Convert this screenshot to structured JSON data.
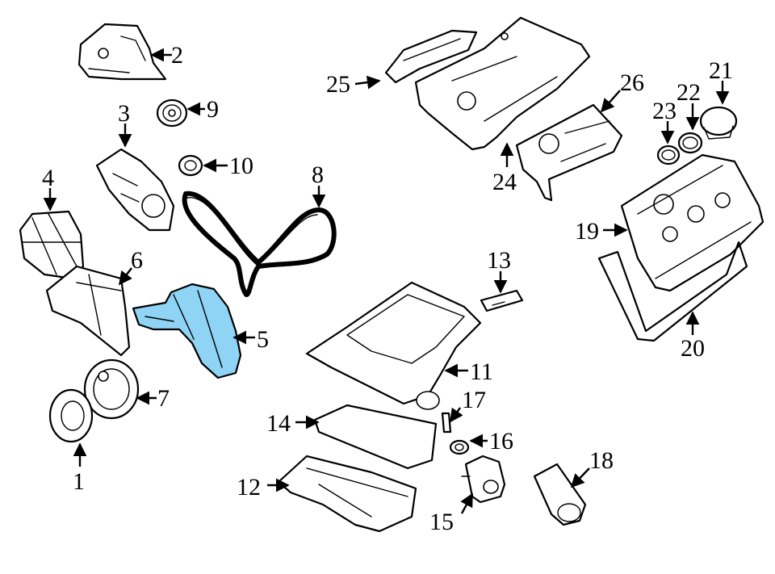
{
  "colors": {
    "highlight": "#8fd3f5",
    "line": "#000000",
    "background": "#ffffff"
  },
  "callouts": {
    "c1": "1",
    "c2": "2",
    "c3": "3",
    "c4": "4",
    "c5": "5",
    "c6": "6",
    "c7": "7",
    "c8": "8",
    "c9": "9",
    "c10": "10",
    "c11": "11",
    "c12": "12",
    "c13": "13",
    "c14": "14",
    "c15": "15",
    "c16": "16",
    "c17": "17",
    "c18": "18",
    "c19": "19",
    "c20": "20",
    "c21": "21",
    "c22": "22",
    "c23": "23",
    "c24": "24",
    "c25": "25",
    "c26": "26"
  },
  "highlighted_part": "5"
}
